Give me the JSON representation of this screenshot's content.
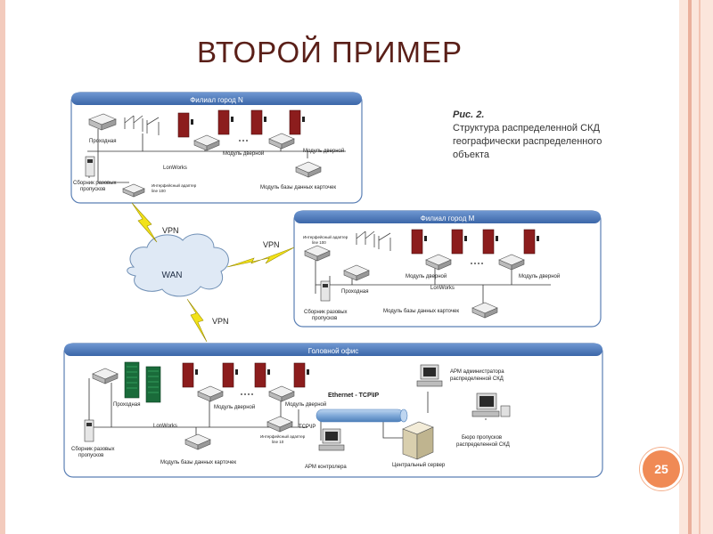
{
  "slide": {
    "title": "ВТОРОЙ ПРИМЕР",
    "page_number": "25",
    "caption_fig": "Рис. 2.",
    "caption_lines": [
      "Структура распределенной СКД",
      "географически распределенного",
      "объекта"
    ]
  },
  "panels": {
    "branch_n": "Филиал город N",
    "branch_m": "Филиал город M",
    "head": "Головной офис"
  },
  "labels": {
    "checkpoint": "Проходная",
    "lonworks": "LonWorks",
    "pass_collector": "Сборник разовых пропусков",
    "interface_adapter": "Интерфейсный адаптер line 100",
    "interface_adapter_10": "Интерфейсный адаптер line 10",
    "door_module": "Модуль дверной",
    "card_db_module": "Модуль базы данных карточек",
    "vpn": "VPN",
    "wan": "WAN",
    "ethernet": "Ethernet - TCP\\IP",
    "tcpip": "TCP\\IP",
    "arm_operator": "АРМ контролера",
    "arm_admin": "АРМ администратора распределенной СКД",
    "central_server": "Центральный сервер",
    "pass_bureau": "Бюро пропусков распределенной СКД"
  },
  "colors": {
    "panel_header": "#4a76b8",
    "door": "#8c1d1d",
    "device": "#d8d8d8",
    "bolt": "#f2e21a",
    "cable": "#7fa9d8",
    "server_rack": "#1a6b3a"
  }
}
